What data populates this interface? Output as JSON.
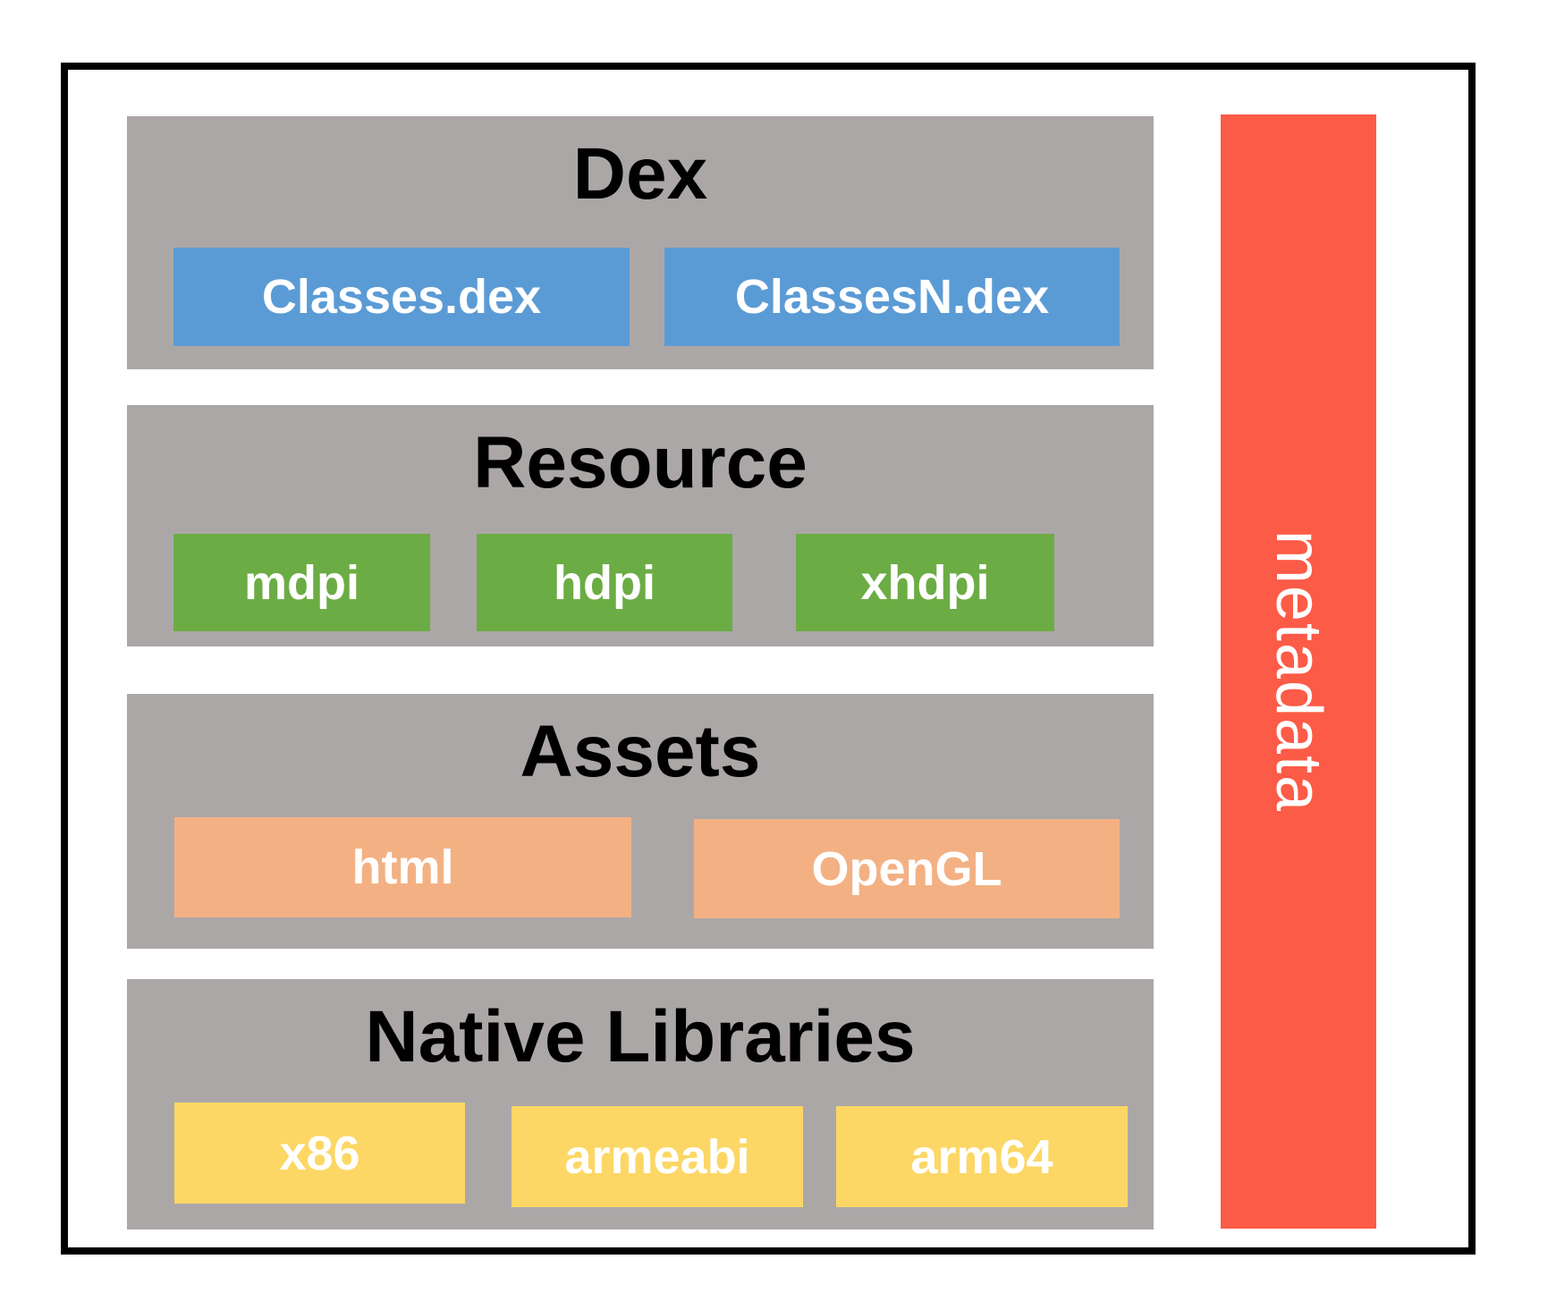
{
  "diagram": {
    "sections": [
      {
        "id": "dex",
        "title": "Dex",
        "boxes": [
          {
            "label": "Classes.dex"
          },
          {
            "label": "ClassesN.dex"
          }
        ]
      },
      {
        "id": "resource",
        "title": "Resource",
        "boxes": [
          {
            "label": "mdpi"
          },
          {
            "label": "hdpi"
          },
          {
            "label": "xhdpi"
          }
        ]
      },
      {
        "id": "assets",
        "title": "Assets",
        "boxes": [
          {
            "label": "html"
          },
          {
            "label": "OpenGL"
          }
        ]
      },
      {
        "id": "native-libraries",
        "title": "Native Libraries",
        "boxes": [
          {
            "label": "x86"
          },
          {
            "label": "armeabi"
          },
          {
            "label": "arm64"
          }
        ]
      }
    ],
    "sidebar": {
      "label": "metadata"
    },
    "colors": {
      "section_background": "#ACA7A7",
      "dex_block": "#5B9BD5",
      "resource_block": "#6CAC44",
      "assets_block": "#F3B183",
      "native_block": "#FCD765",
      "metadata_bar": "#FC5B47",
      "frame_border": "#000000",
      "title_text": "#000000",
      "block_text": "#FFFFFF"
    }
  }
}
